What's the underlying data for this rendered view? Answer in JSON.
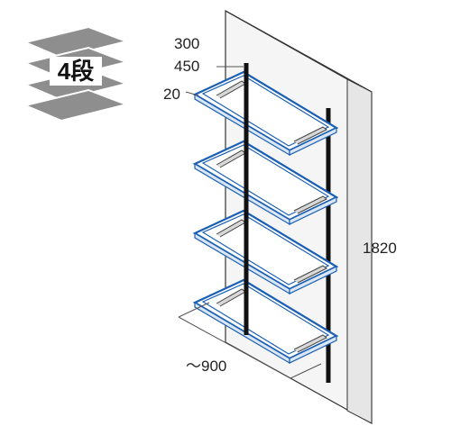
{
  "badge": {
    "label": "4段"
  },
  "dimensions": {
    "top_a": "300",
    "top_b": "450",
    "thickness": "20",
    "height": "1820",
    "width": "～900"
  },
  "colors": {
    "shelf_edge": "#1a5fb4",
    "pole": "#111111",
    "wall": "#f4f4f4",
    "badge_layer": "#909090"
  },
  "shelf_count": 4
}
